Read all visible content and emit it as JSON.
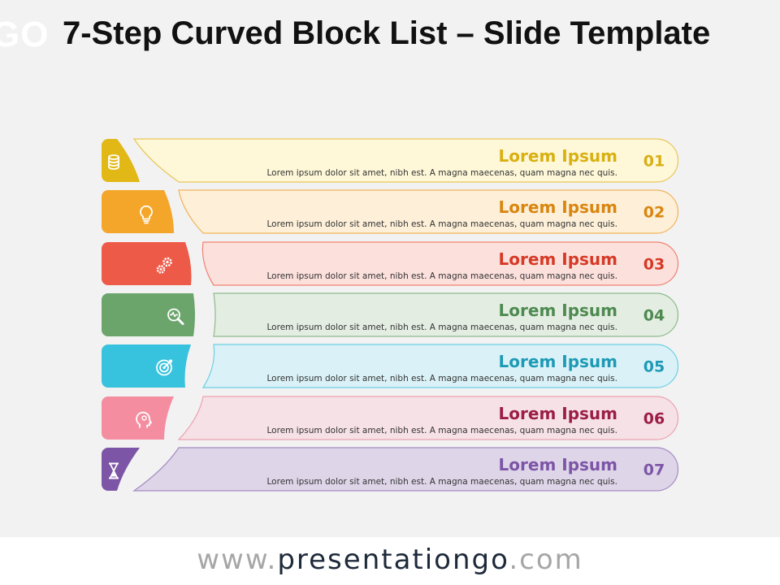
{
  "logo": "GO",
  "title": "7-Step Curved Block List – Slide Template",
  "footer": {
    "prefix": "www.",
    "brand": "presentationgo",
    "suffix": ".com"
  },
  "steps": [
    {
      "number": "01",
      "heading": "Lorem Ipsum",
      "text": "Lorem ipsum dolor sit amet, nibh est. A magna maecenas, quam magna nec quis.",
      "icon": "database-icon",
      "color": "#E2B816",
      "fill": "#FEF8D8",
      "stroke": "#E8C65A",
      "num_color": "#D8AE14",
      "head_color": "#D9B012"
    },
    {
      "number": "02",
      "heading": "Lorem Ipsum",
      "text": "Lorem ipsum dolor sit amet, nibh est. A magna maecenas, quam magna nec quis.",
      "icon": "lightbulb-icon",
      "color": "#F4A62B",
      "fill": "#FDEFD8",
      "stroke": "#F2B45A",
      "num_color": "#D9860F",
      "head_color": "#D9860F"
    },
    {
      "number": "03",
      "heading": "Lorem Ipsum",
      "text": "Lorem ipsum dolor sit amet, nibh est. A magna maecenas, quam magna nec quis.",
      "icon": "gears-icon",
      "color": "#EE5A48",
      "fill": "#FCE0DC",
      "stroke": "#EE8172",
      "num_color": "#D63A26",
      "head_color": "#D63A26"
    },
    {
      "number": "04",
      "heading": "Lorem Ipsum",
      "text": "Lorem ipsum dolor sit amet, nibh est. A magna maecenas, quam magna nec quis.",
      "icon": "magnifier-pulse-icon",
      "color": "#6BA56C",
      "fill": "#E3EDE2",
      "stroke": "#8DBB8C",
      "num_color": "#4E8A50",
      "head_color": "#4E8A50"
    },
    {
      "number": "05",
      "heading": "Lorem Ipsum",
      "text": "Lorem ipsum dolor sit amet, nibh est. A magna maecenas, quam magna nec quis.",
      "icon": "target-icon",
      "color": "#37C2DD",
      "fill": "#DAF2F7",
      "stroke": "#6DCFE3",
      "num_color": "#1E9AB6",
      "head_color": "#1E9AB6"
    },
    {
      "number": "06",
      "heading": "Lorem Ipsum",
      "text": "Lorem ipsum dolor sit amet, nibh est. A magna maecenas, quam magna nec quis.",
      "icon": "head-idea-icon",
      "color": "#F48DA0",
      "fill": "#F6E1E6",
      "stroke": "#ECA3B2",
      "num_color": "#9B1E45",
      "head_color": "#9B1E45"
    },
    {
      "number": "07",
      "heading": "Lorem Ipsum",
      "text": "Lorem ipsum dolor sit amet, nibh est. A magna maecenas, quam magna nec quis.",
      "icon": "hourglass-icon",
      "color": "#7C55A6",
      "fill": "#DED5E8",
      "stroke": "#A58BC4",
      "num_color": "#7C55A6",
      "head_color": "#7C55A6"
    }
  ]
}
